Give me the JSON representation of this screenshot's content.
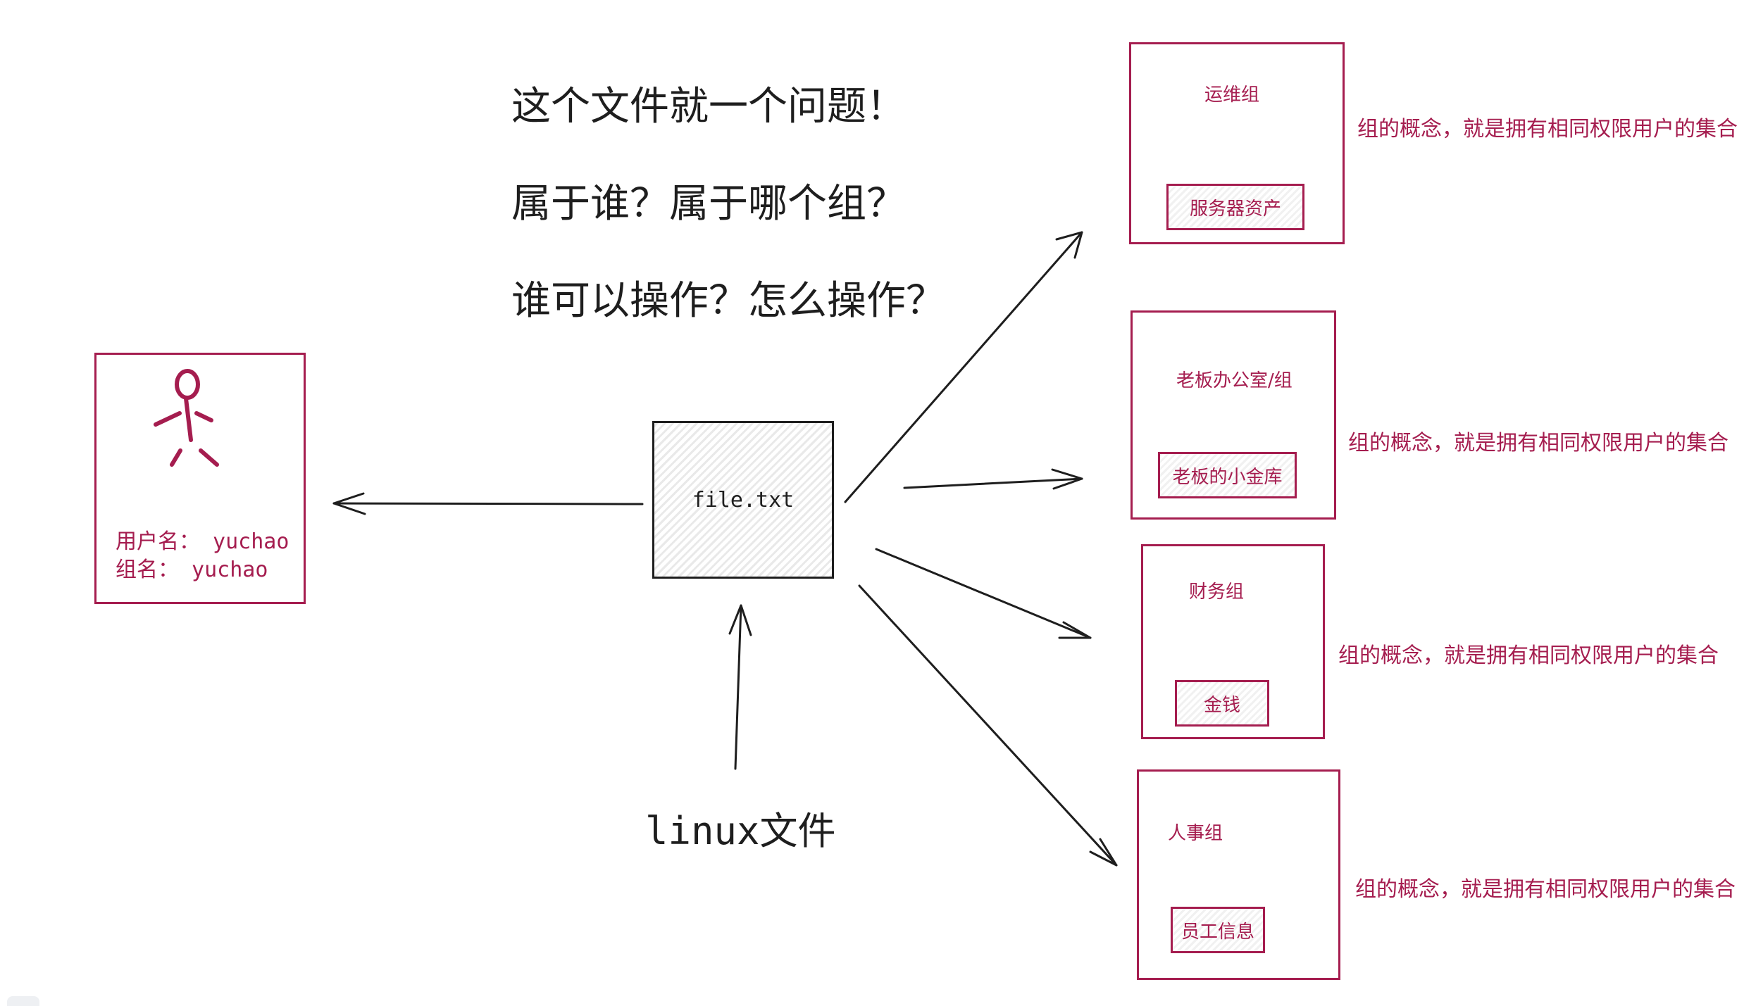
{
  "questions": [
    "这个文件就一个问题！",
    "属于谁？属于哪个组？",
    "谁可以操作？怎么操作？"
  ],
  "user_card": {
    "username_line": "用户名： yuchao",
    "group_line": "组名：  yuchao"
  },
  "file": {
    "label": "file.txt",
    "caption": "linux文件"
  },
  "groups": [
    {
      "name": "运维组",
      "asset": "服务器资产",
      "note": "组的概念，就是拥有相同权限用户的集合"
    },
    {
      "name": "老板办公室/组",
      "asset": "老板的小金库",
      "note": "组的概念，就是拥有相同权限用户的集合"
    },
    {
      "name": "财务组",
      "asset": "金钱",
      "note": "组的概念，就是拥有相同权限用户的集合"
    },
    {
      "name": "人事组",
      "asset": "员工信息",
      "note": "组的概念，就是拥有相同权限用户的集合"
    }
  ],
  "colors": {
    "accent": "#a51d4f",
    "stroke": "#1e1e1e"
  }
}
